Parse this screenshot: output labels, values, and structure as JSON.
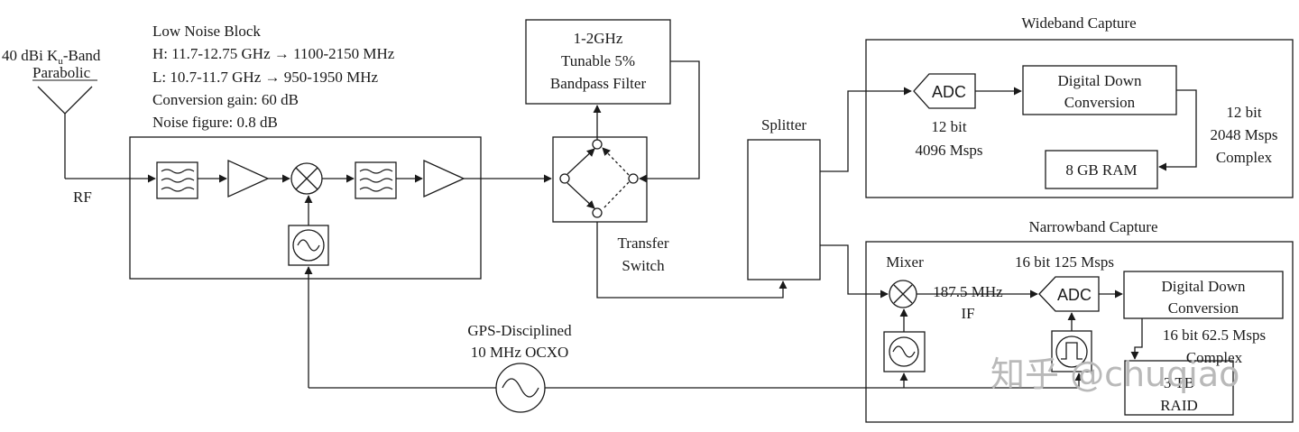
{
  "antenna": {
    "line1_pre": "40 dBi K",
    "line1_sub": "u",
    "line1_post": "-Band",
    "line2": "Parabolic"
  },
  "rf_label": "RF",
  "lnb": {
    "title": "Low Noise Block",
    "h_band": "H: 11.7-12.75 GHz → 1100-2150 MHz",
    "l_band": "L: 10.7-11.7 GHz → 950-1950 MHz",
    "gain": "Conversion gain: 60 dB",
    "noise": "Noise figure: 0.8 dB"
  },
  "bandpass_filter": {
    "line1": "1-2GHz",
    "line2": "Tunable 5%",
    "line3": "Bandpass Filter"
  },
  "transfer_switch": {
    "line1": "Transfer",
    "line2": "Switch"
  },
  "splitter": "Splitter",
  "gps": {
    "line1": "GPS-Disciplined",
    "line2": "10 MHz OCXO"
  },
  "wideband": {
    "title": "Wideband Capture",
    "adc": "ADC",
    "adc_bits": "12 bit",
    "adc_rate": "4096 Msps",
    "ddc_line1": "Digital Down",
    "ddc_line2": "Conversion",
    "out_line1": "12 bit",
    "out_line2": "2048 Msps",
    "out_line3": "Complex",
    "ram": "8 GB RAM"
  },
  "narrowband": {
    "title": "Narrowband Capture",
    "mixer": "Mixer",
    "adc_spec": "16 bit 125 Msps",
    "if_freq": "187.5 MHz",
    "if_label": "IF",
    "adc": "ADC",
    "ddc_line1": "Digital Down",
    "ddc_line2": "Conversion",
    "out_line1": "16 bit 62.5 Msps",
    "out_line2": "Complex",
    "raid_line1": "3 TB",
    "raid_line2": "RAID"
  },
  "watermark": "知乎 @chuqiao"
}
